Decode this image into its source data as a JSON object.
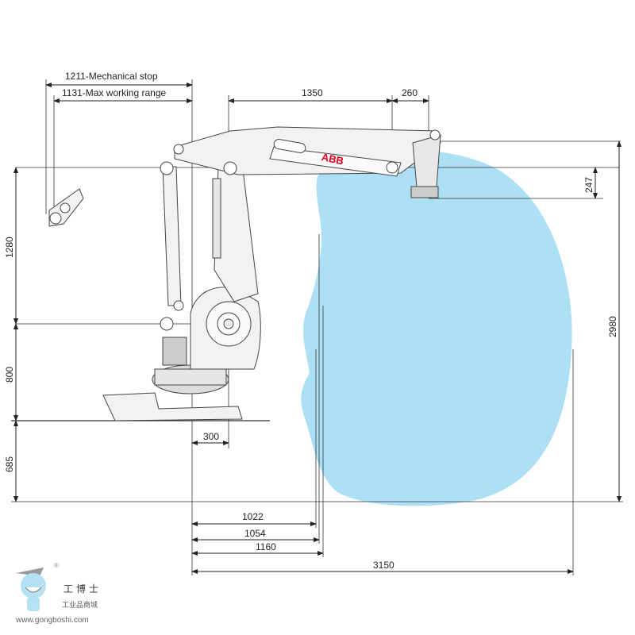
{
  "diagram": {
    "brand_label": "ABB",
    "envelope_color": "#aee0f5",
    "top_dims": {
      "mechanical_stop": "1211-Mechanical stop",
      "max_working_range": "1131-Max working range",
      "reach_upper": "1350",
      "wrist_offset": "260"
    },
    "left_dims": {
      "upper": "1280",
      "base_height": "800",
      "below_base": "685"
    },
    "right_dims": {
      "total_height": "2980",
      "flange": "247"
    },
    "bottom_dims": {
      "base_offset": "300",
      "d1": "1022",
      "d2": "1054",
      "d3": "1160",
      "total_reach": "3150"
    }
  },
  "watermark": {
    "registered": "®",
    "name_cn": "工博士",
    "subtitle_cn": "工业品商城",
    "url": "www.gongboshi.com"
  }
}
